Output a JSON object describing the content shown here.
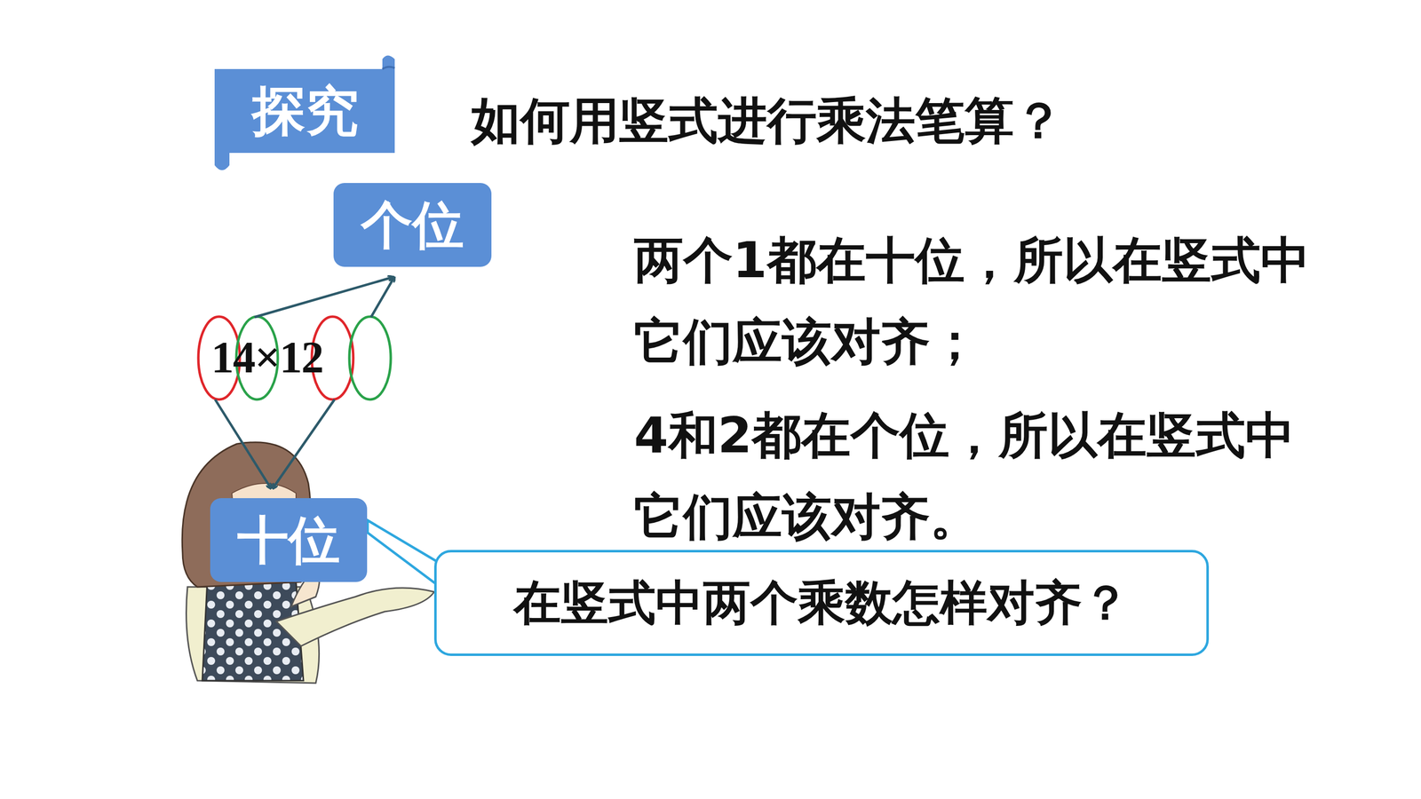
{
  "diagram": {
    "title": "如何用竖式进行乘法笔算？",
    "nodes": [
      {
        "text": [
          "探究"
        ]
      },
      {
        "text": [
          "个位"
        ]
      },
      {
        "text": [
          "十位"
        ]
      },
      {
        "text": [
          "在竖式中两个乘数怎样对齐？"
        ]
      }
    ],
    "labels": [
      "14×12",
      "两个1都在十位，所以在竖式中它们应该对齐；",
      "4和2都在个位，所以在竖式中它们应该对齐。"
    ]
  }
}
